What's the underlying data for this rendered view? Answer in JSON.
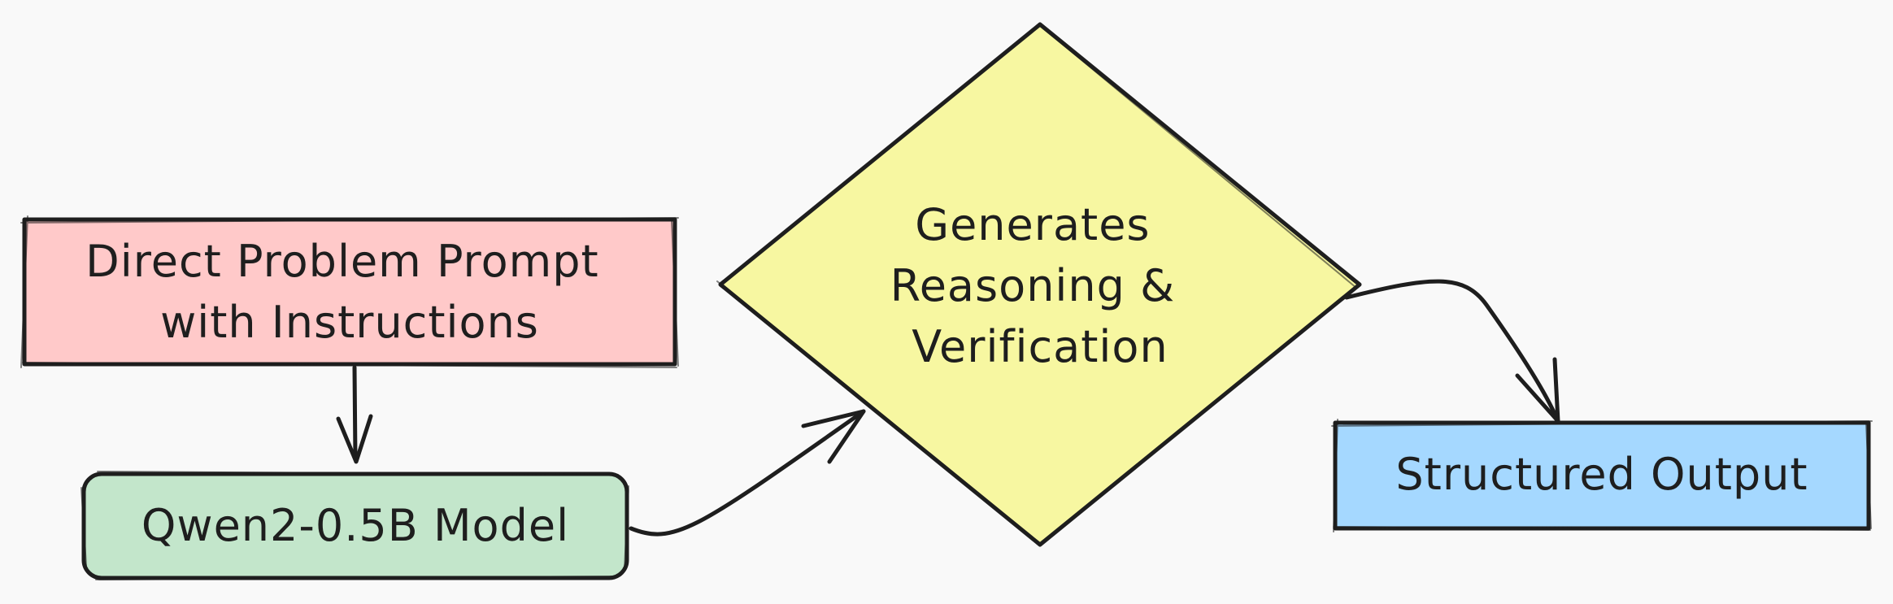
{
  "nodes": {
    "prompt": {
      "lines": [
        "Direct Problem Prompt",
        "with Instructions"
      ],
      "fill": "#ffc9c9"
    },
    "model": {
      "lines": [
        "Qwen2-0.5B Model"
      ],
      "fill": "#c3e6cb"
    },
    "decision": {
      "lines": [
        "Generates",
        "Reasoning &",
        "Verification"
      ],
      "fill": "#f7f7a1"
    },
    "output": {
      "lines": [
        "Structured Output"
      ],
      "fill": "#a5d8ff"
    }
  },
  "edges": [
    {
      "from": "prompt",
      "to": "model"
    },
    {
      "from": "model",
      "to": "decision"
    },
    {
      "from": "decision",
      "to": "output"
    }
  ],
  "colors": {
    "stroke": "#1e1e1e",
    "background": "#f9f9f9"
  }
}
